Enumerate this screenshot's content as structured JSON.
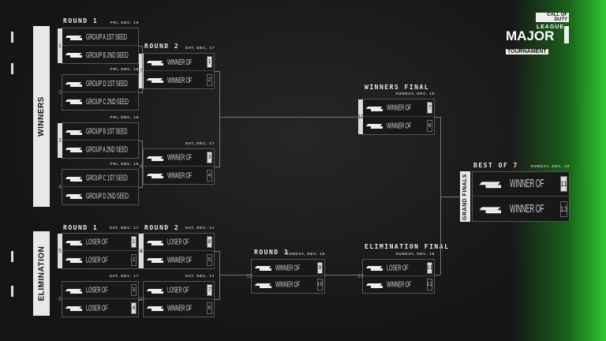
{
  "branding": {
    "line1": "CALL OF DUTY",
    "line2": "LEAGUE",
    "line3": "MAJOR",
    "line4": "TOURNAMENT",
    "numeral": "I",
    "accent": "#2fd02f"
  },
  "sections": {
    "winners": "WINNERS",
    "elimination": "ELIMINATION",
    "grand_finals": "GRAND FINALS"
  },
  "headers": [
    {
      "id": "w-r1",
      "text": "ROUND 1"
    },
    {
      "id": "w-r2",
      "text": "ROUND 2"
    },
    {
      "id": "wf",
      "text": "WINNERS FINAL"
    },
    {
      "id": "gf",
      "text": "BEST OF 7"
    },
    {
      "id": "e-r1",
      "text": "ROUND 1"
    },
    {
      "id": "e-r2",
      "text": "ROUND 2"
    },
    {
      "id": "e-r3",
      "text": "ROUND 3"
    },
    {
      "id": "ef",
      "text": "ELIMINATION FINAL"
    }
  ],
  "matches": [
    {
      "num": "1",
      "date": "FRI, DEC. 16",
      "rows": [
        {
          "label": "GROUP A 1ST SEED",
          "seed": ""
        },
        {
          "label": "GROUP B 2ND SEED",
          "seed": ""
        }
      ]
    },
    {
      "num": "2",
      "date": "FRI, DEC. 16",
      "rows": [
        {
          "label": "GROUP D 1ST SEED",
          "seed": ""
        },
        {
          "label": "GROUP C 2ND SEED",
          "seed": ""
        }
      ]
    },
    {
      "num": "3",
      "date": "FRI, DEC. 16",
      "rows": [
        {
          "label": "GROUP B 1ST SEED",
          "seed": ""
        },
        {
          "label": "GROUP A 2ND SEED",
          "seed": ""
        }
      ]
    },
    {
      "num": "4",
      "date": "FRI, DEC. 16",
      "rows": [
        {
          "label": "GROUP C 1ST SEED",
          "seed": ""
        },
        {
          "label": "GROUP D 2ND SEED",
          "seed": ""
        }
      ]
    },
    {
      "num": "7",
      "date": "SAT, DEC. 17",
      "rows": [
        {
          "label": "WINNER OF",
          "seed": "1"
        },
        {
          "label": "WINNER OF",
          "seed": "2"
        }
      ]
    },
    {
      "num": "8",
      "date": "SAT, DEC. 17",
      "rows": [
        {
          "label": "WINNER OF",
          "seed": "3"
        },
        {
          "label": "WINNER OF",
          "seed": "4"
        }
      ]
    },
    {
      "num": "11",
      "date": "SUNDAY, DEC. 18",
      "rows": [
        {
          "label": "WINNER OF",
          "seed": "7"
        },
        {
          "label": "WINNER OF",
          "seed": "8"
        }
      ]
    },
    {
      "num": "",
      "date": "SUNDAY, DEC. 18",
      "rows": [
        {
          "label": "WINNER OF",
          "seed": "11"
        },
        {
          "label": "WINNER OF",
          "seed": "13"
        }
      ]
    },
    {
      "num": "5",
      "date": "SAT, DEC. 17",
      "rows": [
        {
          "label": "LOSER OF",
          "seed": "1"
        },
        {
          "label": "LOSER OF",
          "seed": "2"
        }
      ]
    },
    {
      "num": "6",
      "date": "SAT, DEC. 17",
      "rows": [
        {
          "label": "LOSER OF",
          "seed": "3"
        },
        {
          "label": "LOSER OF",
          "seed": "4"
        }
      ]
    },
    {
      "num": "9",
      "date": "SAT, DEC. 17",
      "rows": [
        {
          "label": "LOSER OF",
          "seed": "8"
        },
        {
          "label": "WINNER OF",
          "seed": "5"
        }
      ]
    },
    {
      "num": "10",
      "date": "SAT, DEC. 17",
      "rows": [
        {
          "label": "LOSER OF",
          "seed": "7"
        },
        {
          "label": "WINNER OF",
          "seed": "6"
        }
      ]
    },
    {
      "num": "12",
      "date": "SUNDAY, DEC. 18",
      "rows": [
        {
          "label": "WINNER OF",
          "seed": "9"
        },
        {
          "label": "WINNER OF",
          "seed": "10"
        }
      ]
    },
    {
      "num": "13",
      "date": "SUNDAY, DEC. 18",
      "rows": [
        {
          "label": "LOSER OF",
          "seed": "11"
        },
        {
          "label": "WINNER OF",
          "seed": "12"
        }
      ]
    }
  ]
}
